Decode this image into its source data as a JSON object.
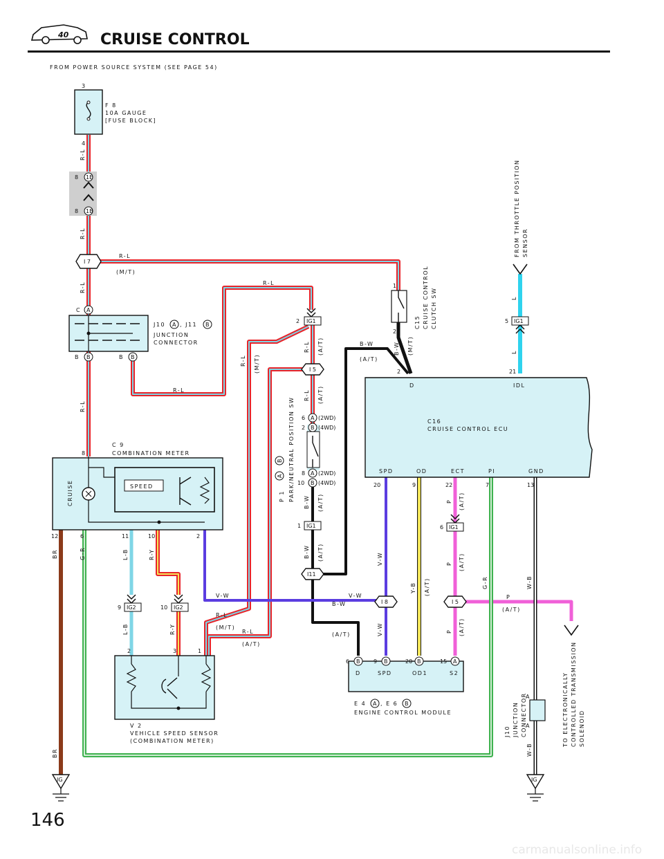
{
  "header": {
    "title": "CRUISE CONTROL",
    "logo_text": "40"
  },
  "page_number": "146",
  "footer_watermark": "carmanualsonline.info",
  "power_source_note": "FROM POWER SOURCE SYSTEM (SEE PAGE 54)",
  "fuse": {
    "code": "F 8",
    "rating": "10A GAUGE",
    "location": "[FUSE BLOCK]",
    "pin_top": "3",
    "pin_bottom": "4"
  },
  "connector_1e": {
    "pin": "8",
    "label": "1E"
  },
  "connector_1b": {
    "pin": "8",
    "label": "1B"
  },
  "junction_i7": {
    "label": "I 7"
  },
  "junction_i5": {
    "label": "I 5"
  },
  "junction_i11": {
    "label": "I11"
  },
  "junction_i8": {
    "label": "I 8"
  },
  "junction_i5b": {
    "label": "I 5"
  },
  "junction_connector": {
    "code_a": "J10",
    "letter_a": "A",
    "code_b": ", J11",
    "letter_b": "B",
    "name_1": "JUNCTION",
    "name_2": "CONNECTOR",
    "pin_c": "C",
    "pin_a": "A",
    "pin_b1": "B",
    "pin_b1_circle": "B",
    "pin_b2": "B",
    "pin_b2_circle": "B"
  },
  "combination_meter": {
    "code": "C 9",
    "name": "COMBINATION METER",
    "pin_top": "8",
    "cruise_label": "CRUISE",
    "speed_label": "SPEED",
    "pins_bottom": [
      "12",
      "6",
      "11",
      "10",
      "2"
    ]
  },
  "vehicle_speed_sensor": {
    "code": "V 2",
    "name_1": "VEHICLE SPEED SENSOR",
    "name_2": "(COMBINATION METER)",
    "pins": [
      "2",
      "3",
      "1"
    ]
  },
  "ig2_left": {
    "pin": "9",
    "label": "IG2"
  },
  "ig2_right": {
    "pin": "10",
    "label": "IG2"
  },
  "ig1_top": {
    "pin": "2",
    "label": "IG1"
  },
  "ig1_mid": {
    "pin": "1",
    "label": "IG1"
  },
  "ig1_right": {
    "pin": "5",
    "label": "IG1"
  },
  "ig1_pi": {
    "pin": "6",
    "label": "IG1"
  },
  "park_neutral": {
    "code": "P 1",
    "letter_a": "A",
    "letter_b": "B",
    "name": "PARK/NEUTRAL POSITION SW",
    "pin_6": "6",
    "pin_2": "2",
    "pin_8": "8",
    "pin_10": "10",
    "letter_a_circle": "A",
    "letter_b_circle": "B",
    "tag_2wd": "(2WD)",
    "tag_4wd": "(4WD)"
  },
  "clutch_sw": {
    "code": "C15",
    "name_1": "CRUISE CONTROL",
    "name_2": "CLUTCH SW",
    "pin_1": "1",
    "pin_2": "2",
    "wire": "B-W",
    "tag": "(M/T)"
  },
  "ecu": {
    "code": "C16",
    "name": "CRUISE CONTROL ECU",
    "terms_top": [
      "D",
      "IDL"
    ],
    "pins_top": [
      "2",
      "21"
    ],
    "terms_bottom": [
      "SPD",
      "OD",
      "ECT",
      "PI",
      "GND"
    ],
    "pins_bottom": [
      "20",
      "9",
      "22",
      "7",
      "13"
    ]
  },
  "ecm": {
    "code_a": "E 4",
    "letter_a": "A",
    "code_b": ", E 6",
    "letter_b": "B",
    "name": "ENGINE CONTROL MODULE",
    "terms": [
      "D",
      "SPD",
      "OD1",
      "S2"
    ],
    "pins": [
      "6",
      "9",
      "20",
      "15"
    ],
    "letters": [
      "B",
      "B",
      "B",
      "A"
    ]
  },
  "throttle_note": {
    "line1": "FROM THROTTLE POSITION",
    "line2": "SENSOR"
  },
  "ect_note": {
    "line1": "TO ELECTRONICALLY",
    "line2": "CONTROLLED TRANSMISSION",
    "line3": "SOLENOID"
  },
  "j10_right": {
    "code": "J10",
    "name_1": "JUNCTION",
    "name_2": "CONNECTOR",
    "pin_top": "A",
    "pin_bottom": "A"
  },
  "ground_left": "IG",
  "ground_right": "IG",
  "wires": {
    "rl": "R-L",
    "mt": "(M/T)",
    "at": "(A/T)",
    "bw": "B-W",
    "vw": "V-W",
    "yb": "Y-B",
    "p": "P",
    "gr": "G-R",
    "wb": "W-B",
    "lb": "L-B",
    "ry": "R-Y",
    "br": "BR",
    "l": "L"
  },
  "colors": {
    "red": "#e8242a",
    "light_blue": "#7fd6e6",
    "cyan": "#2fd3ee",
    "black": "#111111",
    "violet": "#5b3de0",
    "yellow": "#f4e65a",
    "pink": "#f060d8",
    "green": "#3fb24f",
    "brown": "#8b3a1a",
    "box_fill": "#d6f2f6"
  }
}
